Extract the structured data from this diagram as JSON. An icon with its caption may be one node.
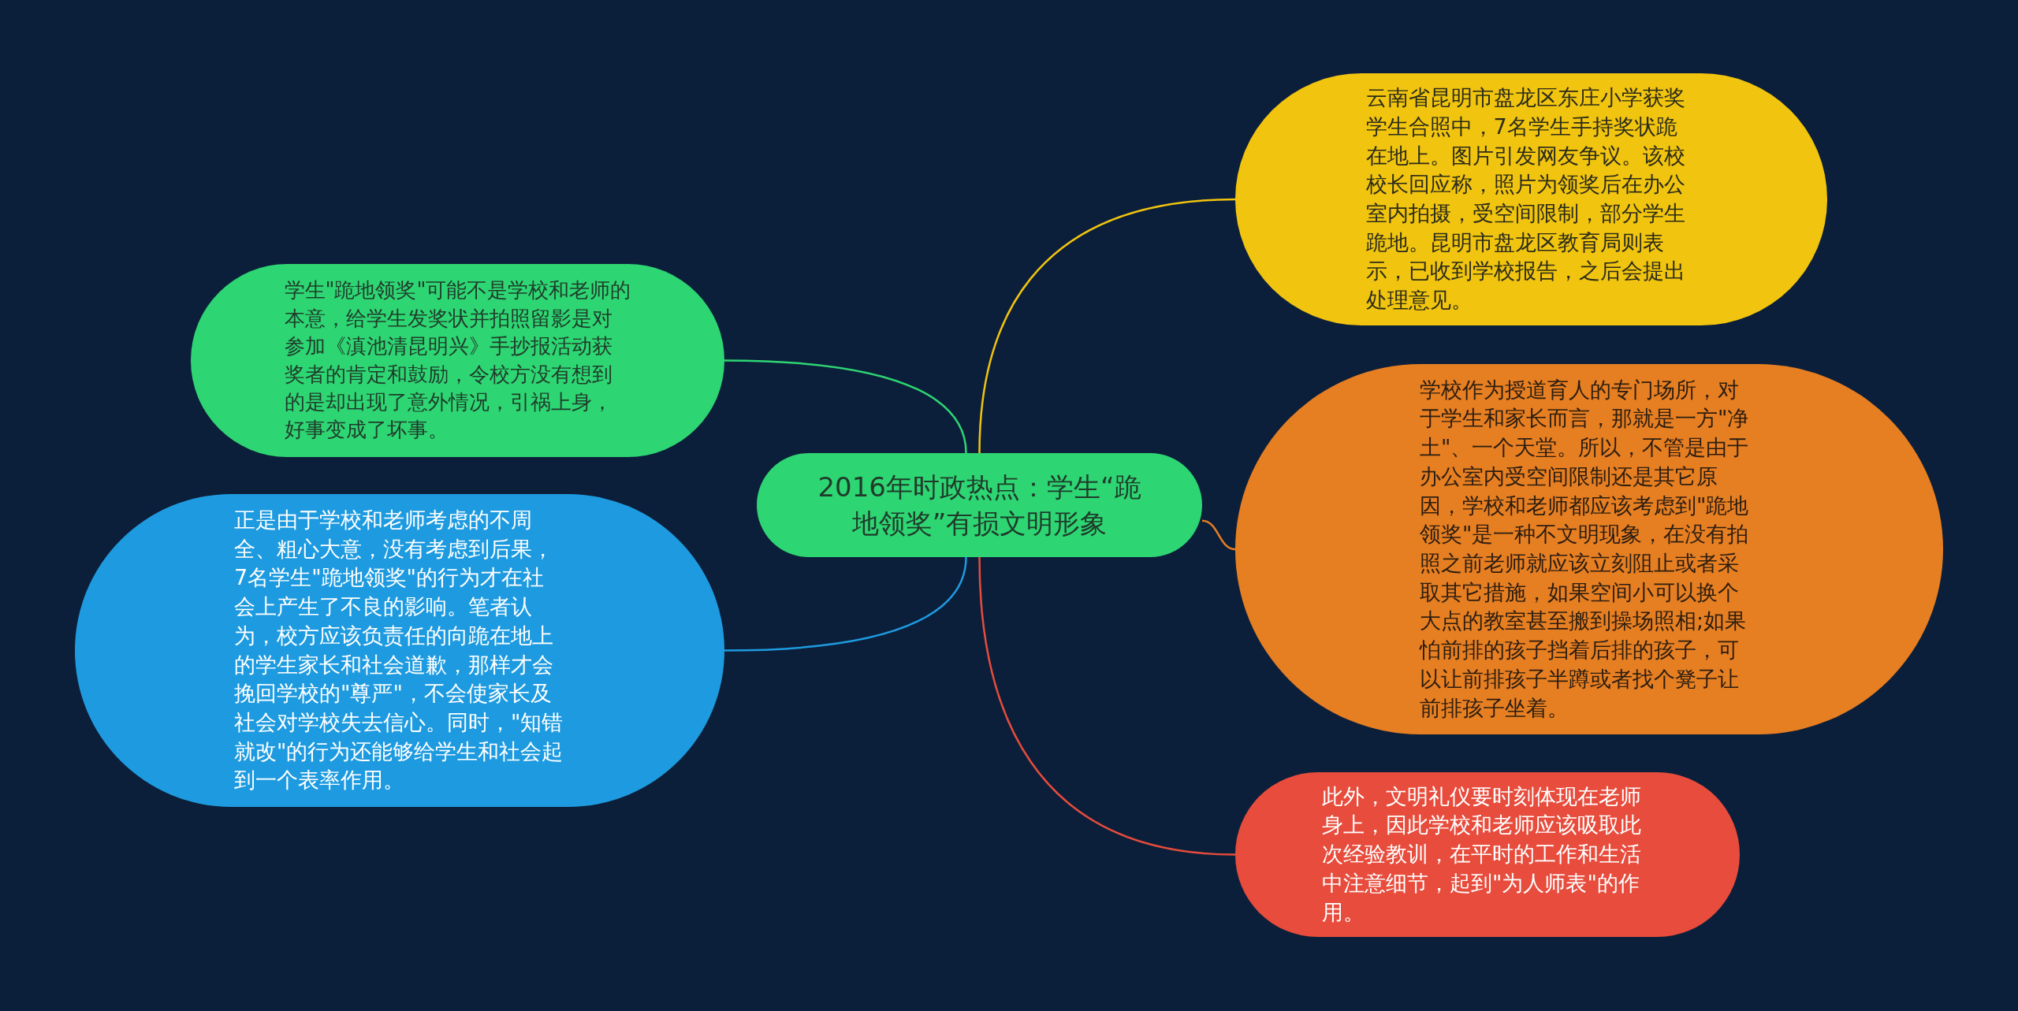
{
  "diagram": {
    "nodes": [
      {
        "text": [
          "2016年时政热点：学生“跪地领奖”有损文明形象"
        ]
      },
      {
        "text": [
          "学生\"跪地领奖\"可能不是学校和老师的本意，给学生发奖状并拍照留影是对参加《滇池清昆明兴》手抄报活动获奖者的肯定和鼓励，令校方没有想到的是却出现了意外情况，引祸上身，好事变成了坏事。"
        ]
      },
      {
        "text": [
          "正是由于学校和老师考虑的不周全、粗心大意，没有考虑到后果，7名学生\"跪地领奖\"的行为才在社会上产生了不良的影响。笔者认为，校方应该负责任的向跪在地上的学生家长和社会道歉，那样才会挽回学校的\"尊严\"，不会使家长及社会对学校失去信心。同时，\"知错就改\"的行为还能够给学生和社会起到一个表率作用。"
        ]
      },
      {
        "text": [
          "云南省昆明市盘龙区东庄小学获奖学生合照中，7名学生手持奖状跪在地上。图片引发网友争议。该校校长回应称，照片为领奖后在办公室内拍摄，受空间限制，部分学生跪地。昆明市盘龙区教育局则表示，已收到学校报告，之后会提出处理意见。"
        ]
      },
      {
        "text": [
          "学校作为授道育人的专门场所，对于学生和家长而言，那就是一方\"净土\"、一个天堂。所以，不管是由于办公室内受空间限制还是其它原因，学校和老师都应该考虑到\"跪地领奖\"是一种不文明现象，在没有拍照之前老师就应该立刻阻止或者采取其它措施，如果空间小可以换个大点的教室甚至搬到操场照相;如果怕前排的孩子挡着后排的孩子，可以让前排孩子半蹲或者找个凳子让前排孩子坐着。"
        ]
      },
      {
        "text": [
          "此外，文明礼仪要时刻体现在老师身上，因此学校和老师应该吸取此次经验教训，在平时的工作和生活中注意细节，起到\"为人师表\"的作用。"
        ]
      }
    ],
    "edges": [
      {
        "from": 0,
        "to": 1,
        "arrow": "none",
        "color": "#2ed573"
      },
      {
        "from": 0,
        "to": 2,
        "arrow": "none",
        "color": "#1e9be0"
      },
      {
        "from": 0,
        "to": 3,
        "arrow": "none",
        "color": "#f1c40f"
      },
      {
        "from": 0,
        "to": 4,
        "arrow": "none",
        "color": "#e67e22"
      },
      {
        "from": 0,
        "to": 5,
        "arrow": "none",
        "color": "#e74c3c"
      }
    ]
  }
}
